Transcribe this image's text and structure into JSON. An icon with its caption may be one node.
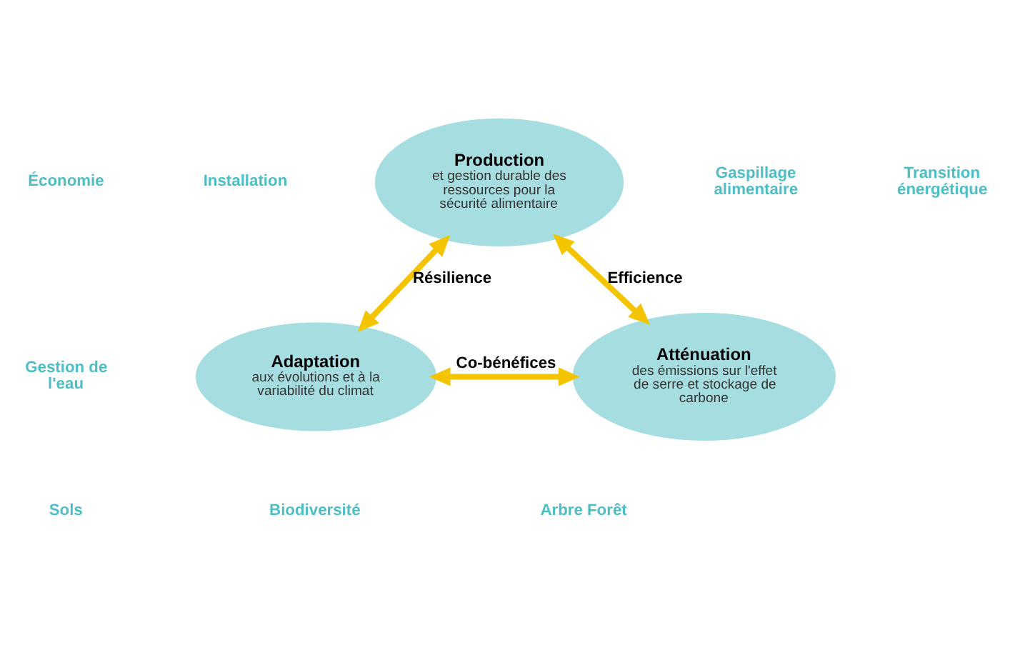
{
  "diagram": {
    "nodes": [
      {
        "text": [
          "Production",
          "et gestion durable des ressources pour la sécurité alimentaire"
        ]
      },
      {
        "text": [
          "Adaptation",
          "aux évolutions et à la variabilité du climat"
        ]
      },
      {
        "text": [
          "Atténuation",
          "des émissions sur l'effet de serre et stockage de carbone"
        ]
      }
    ],
    "edges": [
      {
        "from": 0,
        "to": 1,
        "arrow": "both",
        "label": "Résilience",
        "color": "#f5c400"
      },
      {
        "from": 0,
        "to": 2,
        "arrow": "both",
        "label": "Efficience",
        "color": "#f5c400"
      },
      {
        "from": 1,
        "to": 2,
        "arrow": "both",
        "label": "Co-bénéfices",
        "color": "#f5c400"
      }
    ],
    "labels": [
      "Économie",
      "Installation",
      "Gaspillage alimentaire",
      "Transition énergétique",
      "Gestion de l'eau",
      "Sols",
      "Biodiversité",
      "Arbre Forêt"
    ]
  }
}
